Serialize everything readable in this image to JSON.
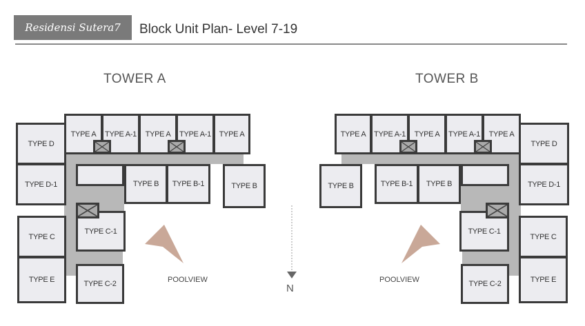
{
  "header": {
    "logo_text": "Residensi Sutera7",
    "title": "Block Unit Plan- Level 7-19"
  },
  "towers": [
    {
      "name": "TOWER A",
      "poolview": "POOLVIEW",
      "units": {
        "a1": "TYPE A",
        "a2": "TYPE A-1",
        "a3": "TYPE A",
        "a4": "TYPE A-1",
        "a5": "TYPE A",
        "d": "TYPE D",
        "d1": "TYPE D-1",
        "c": "TYPE C",
        "e": "TYPE E",
        "b1": "TYPE B",
        "b2": "TYPE B-1",
        "b3": "TYPE B",
        "c1": "TYPE C-1",
        "c2": "TYPE C-2"
      }
    },
    {
      "name": "TOWER B",
      "poolview": "POOLVIEW",
      "units": {
        "a1": "TYPE A",
        "a2": "TYPE A-1",
        "a3": "TYPE A",
        "a4": "TYPE A-1",
        "a5": "TYPE A",
        "d": "TYPE D",
        "d1": "TYPE D-1",
        "c": "TYPE C",
        "e": "TYPE E",
        "b1": "TYPE B",
        "b2": "TYPE B-1",
        "b3": "TYPE B",
        "c1": "TYPE C-1",
        "c2": "TYPE C-2"
      }
    }
  ],
  "compass": {
    "label": "N"
  },
  "colors": {
    "arrow": "#c9a898",
    "corridor": "#b8b8b8",
    "unit": "#ececf0"
  }
}
